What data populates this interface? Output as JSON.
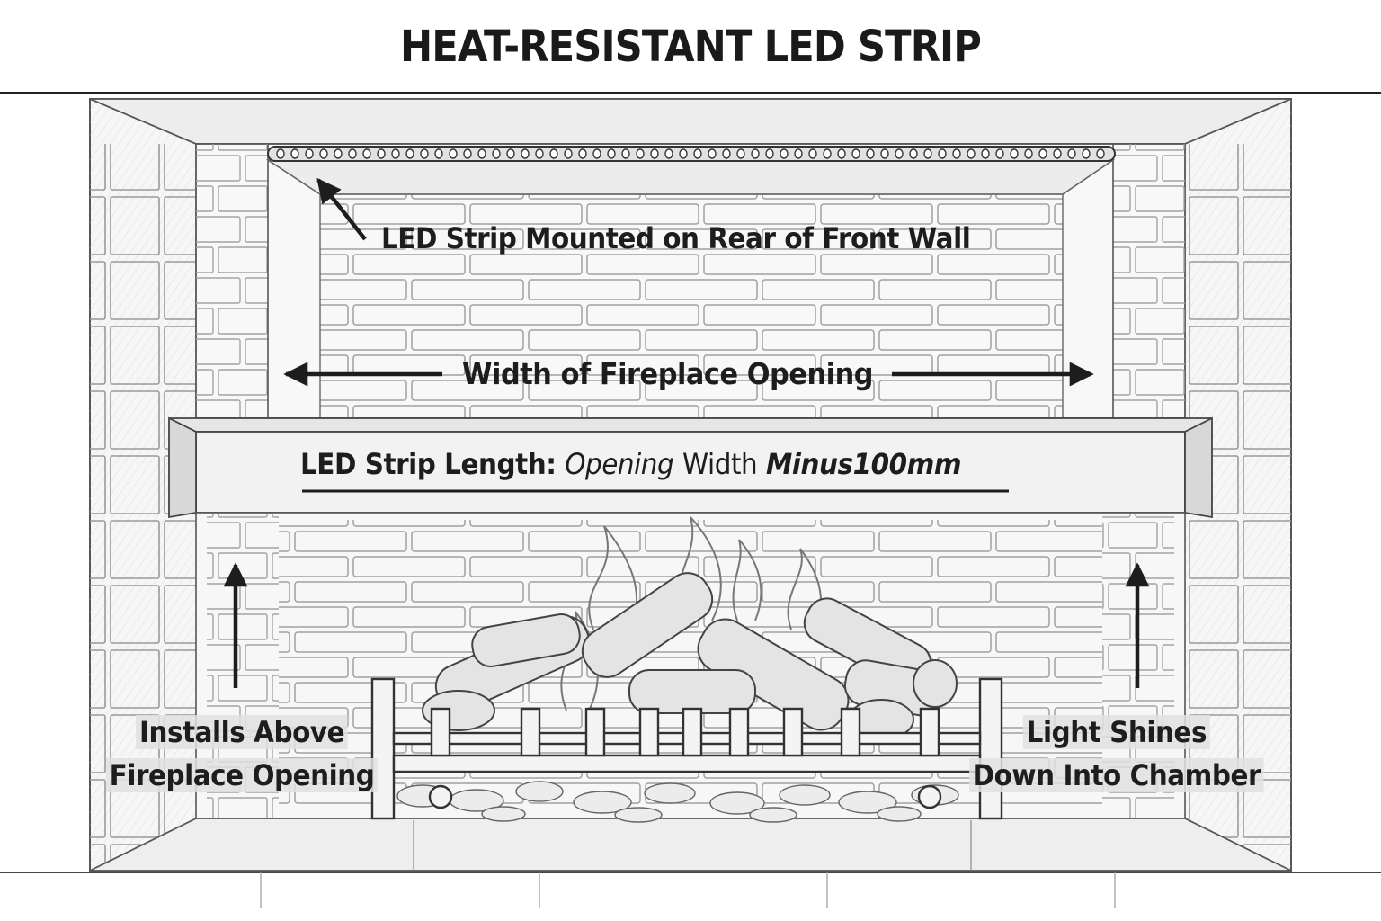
{
  "title": "HEAT-RESISTANT LED STRIP",
  "labels": {
    "led_mounted": "LED Strip Mounted on Rear of Front Wall",
    "width_opening": "Width of Fireplace Opening",
    "strip_length": {
      "prefix": "LED Strip Length:",
      "opening": "Opening",
      "width": "Width",
      "minus": "Minus",
      "amount": "100mm"
    },
    "installs_above": [
      "Installs Above",
      "Fireplace Opening"
    ],
    "light_shines": [
      "Light Shines",
      "Down Into Chamber"
    ]
  },
  "colors": {
    "ink": "#1d1d1d",
    "line": "#555555",
    "brick": "#8a8a8a",
    "background": "#ffffff"
  },
  "icons": [
    "arrow-icon",
    "led-strip-icon",
    "flame-icon",
    "log-icon",
    "grate-icon"
  ]
}
